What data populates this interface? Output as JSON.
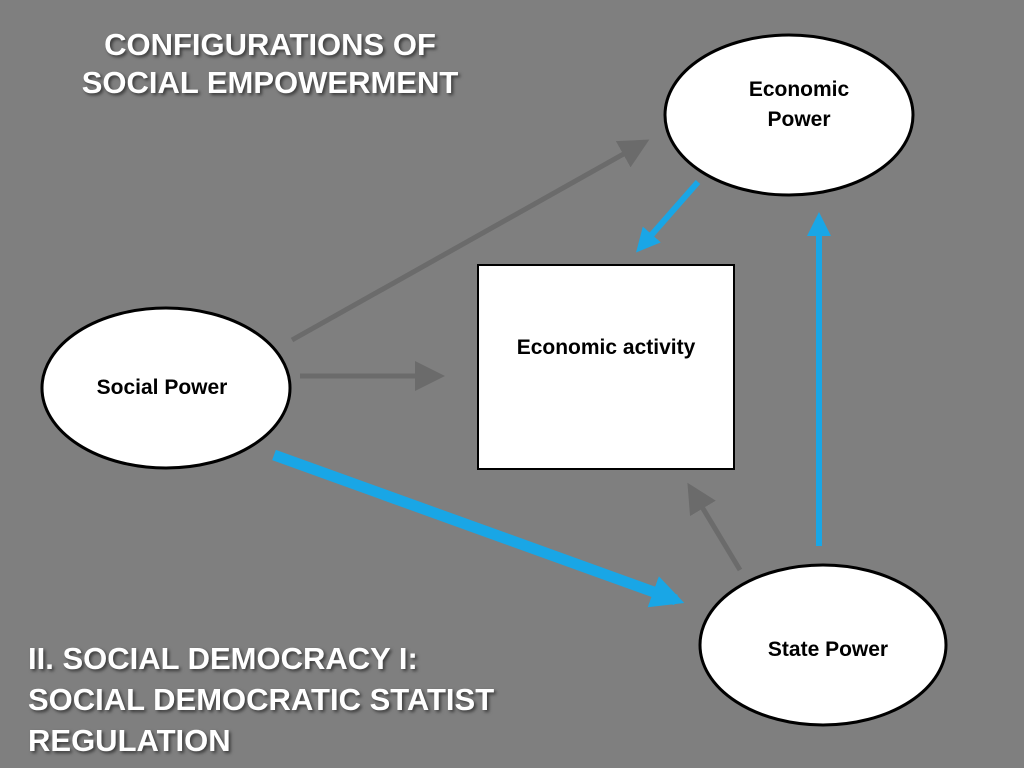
{
  "title": {
    "line1": "CONFIGURATIONS OF",
    "line2": "SOCIAL EMPOWERMENT"
  },
  "subtitle": {
    "line1": "II. SOCIAL DEMOCRACY I:",
    "line2": "SOCIAL DEMOCRATIC STATIST",
    "line3": "REGULATION"
  },
  "nodes": {
    "economic_power": {
      "line1": "Economic",
      "line2": "Power"
    },
    "economic_activity": "Economic activity",
    "social_power": "Social Power",
    "state_power": "State Power"
  },
  "colors": {
    "background": "#7f7f7f",
    "highlight_arrow": "#19a6e6",
    "muted_arrow": "#6b6b6b",
    "node_fill": "#ffffff",
    "node_stroke": "#000000"
  }
}
